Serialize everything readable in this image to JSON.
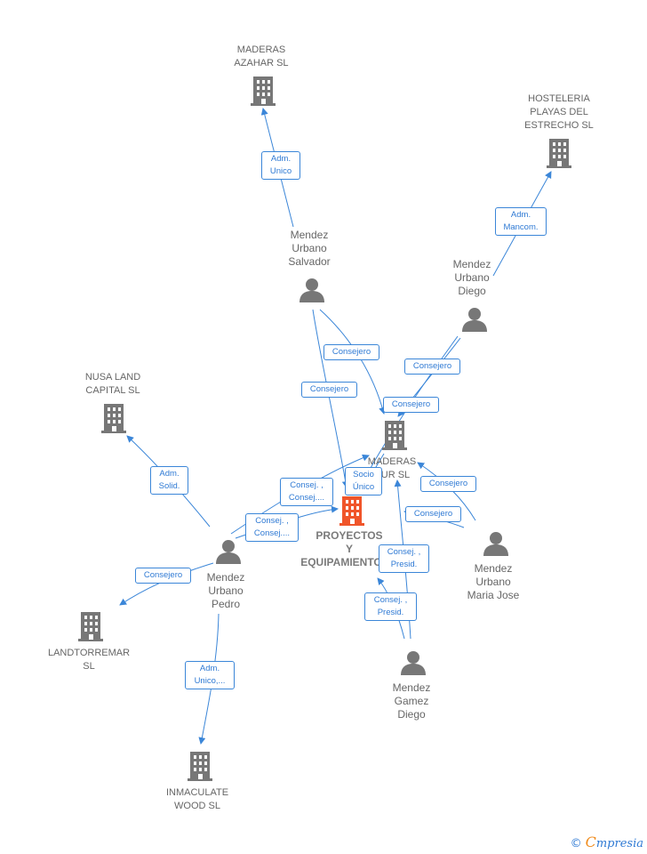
{
  "colors": {
    "edge": "#3b86d8",
    "company_icon": "#777777",
    "person_icon": "#777777",
    "main_company_icon": "#f0552a",
    "label_text": "#666666",
    "brand_blue": "#2f7ad4",
    "brand_orange": "#f08c1e"
  },
  "nodes": {
    "maderas_azahar": {
      "label": "MADERAS\nAZAHAR SL",
      "icon": "building-icon"
    },
    "hosteleria": {
      "label": "HOSTELERIA\nPLAYAS DEL\nESTRECHO  SL",
      "icon": "building-icon"
    },
    "mendez_salvador": {
      "label": "Mendez\nUrbano\nSalvador",
      "icon": "person-icon"
    },
    "mendez_diego_urbano": {
      "label": "Mendez\nUrbano\nDiego",
      "icon": "person-icon"
    },
    "nusa_land": {
      "label": "NUSA LAND\nCAPITAL  SL",
      "icon": "building-icon"
    },
    "maderas_nur": {
      "label": "MADERAS\nNUR SL",
      "icon": "building-icon"
    },
    "proyectos": {
      "label": "PROYECTOS\nY\nEQUIPAMIENTOS...",
      "icon": "building-icon"
    },
    "mendez_maria": {
      "label": "Mendez\nUrbano\nMaria Jose",
      "icon": "person-icon"
    },
    "mendez_pedro": {
      "label": "Mendez\nUrbano\nPedro",
      "icon": "person-icon"
    },
    "landtorremar": {
      "label": "LANDTORREMAR\nSL",
      "icon": "building-icon"
    },
    "mendez_gamez": {
      "label": "Mendez\nGamez\nDiego",
      "icon": "person-icon"
    },
    "inmaculate": {
      "label": "INMACULATE\nWOOD  SL",
      "icon": "building-icon"
    }
  },
  "edges": {
    "e1": "Adm.\nUnico",
    "e2": "Adm.\nMancom.",
    "e3": "Consejero",
    "e4": "Consejero",
    "e5": "Consejero",
    "e6": "Consejero",
    "e7": "Socio\nÚnico",
    "e8": "Consej. ,\nConsej....",
    "e9": "Consej. ,\nConsej....",
    "e10": "Consejero",
    "e11": "Consejero",
    "e12": "Adm.\nSolid.",
    "e13": "Consejero",
    "e14": "Consej. ,\nPresid.",
    "e15": "Consej. ,\nPresid.",
    "e16": "Adm.\nUnico,..."
  },
  "brand": {
    "copyright": "©",
    "initial": "C",
    "rest": "mpresia"
  }
}
